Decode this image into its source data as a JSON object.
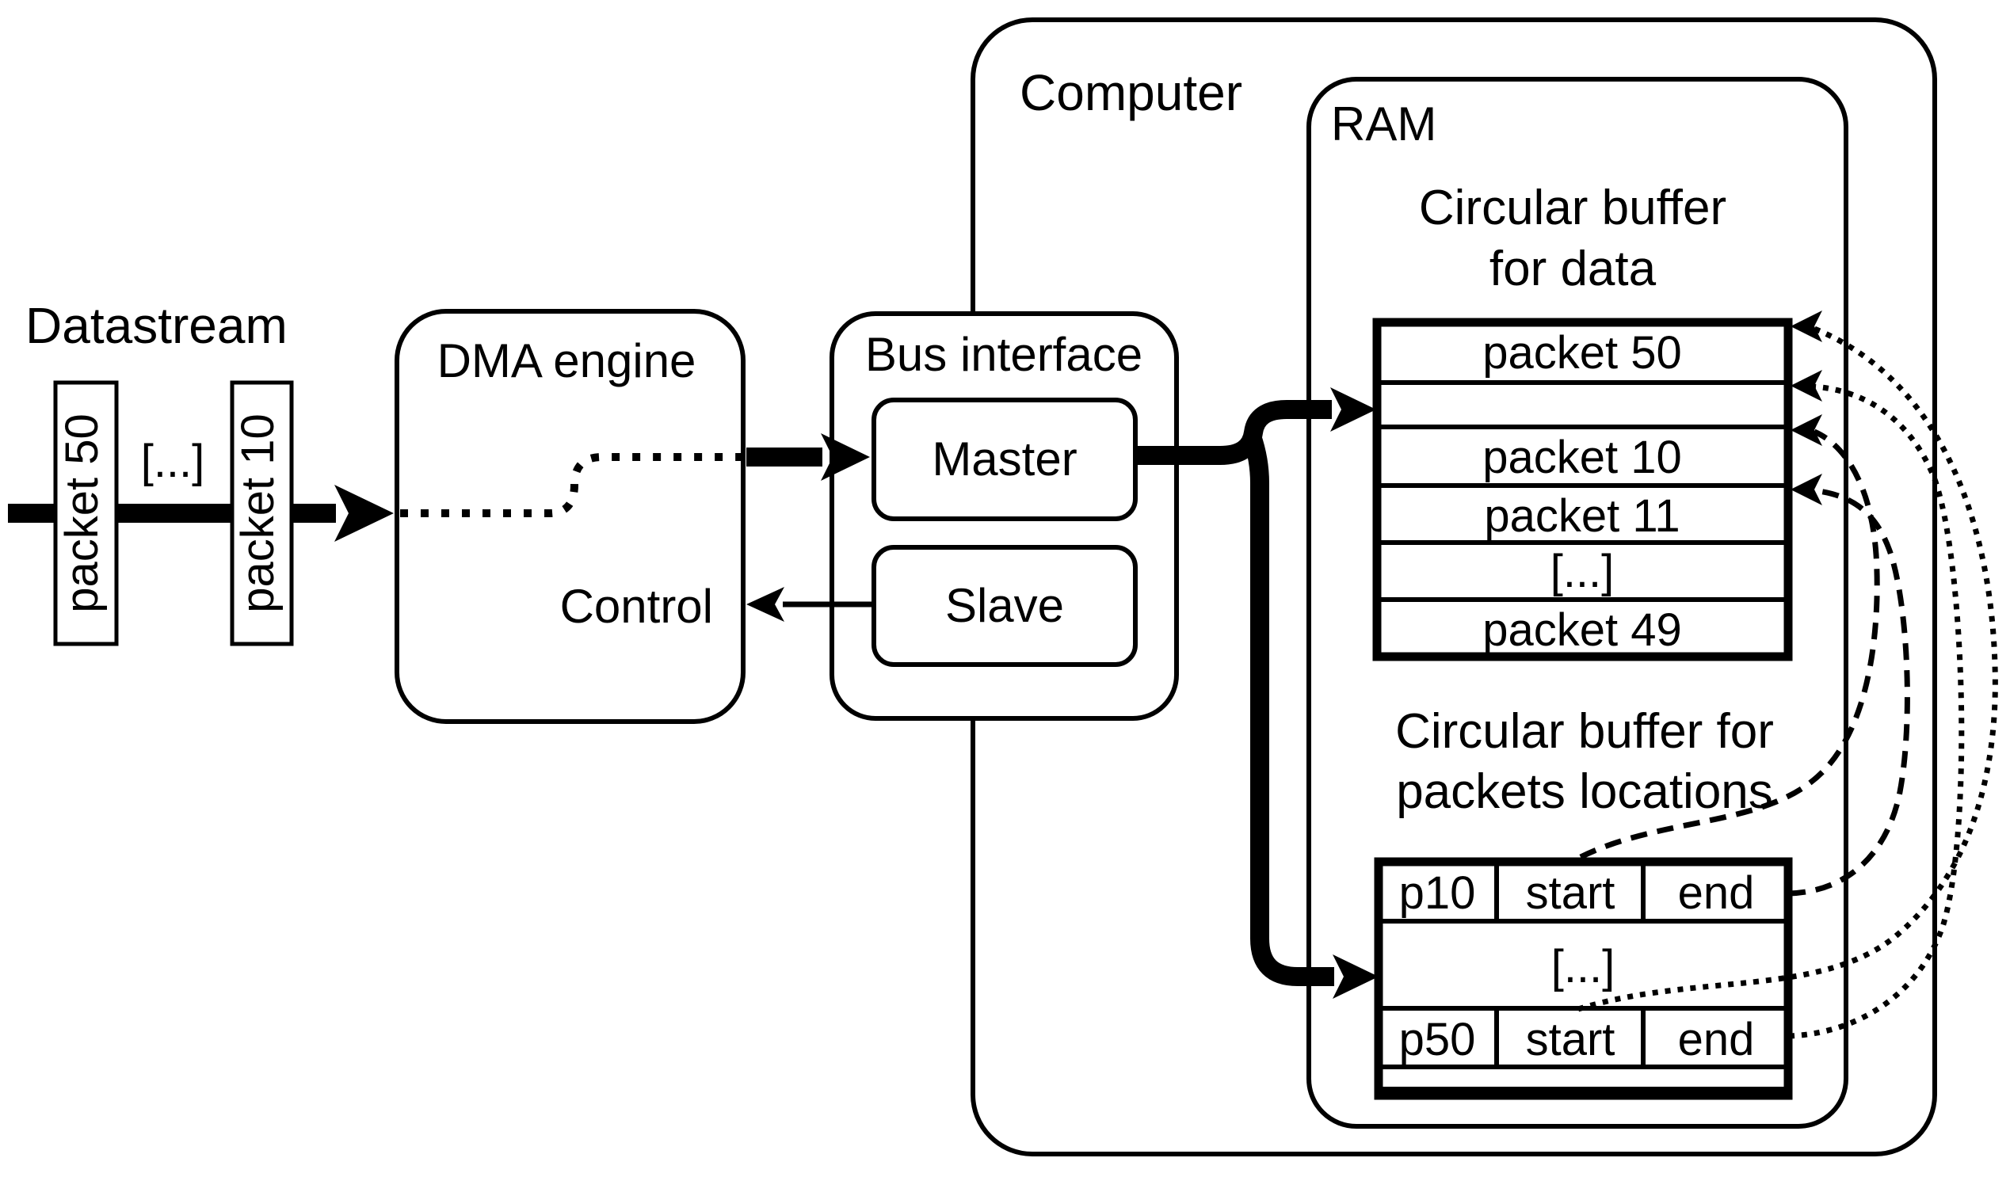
{
  "colors": {
    "ink": "#000000",
    "background": "#ffffff"
  },
  "datastream": {
    "label": "Datastream",
    "packet_a": "packet 50",
    "ellipsis": "[...]",
    "packet_b": "packet 10"
  },
  "dma": {
    "title": "DMA engine",
    "control_label": "Control"
  },
  "bus": {
    "title": "Bus interface",
    "master_label": "Master",
    "slave_label": "Slave"
  },
  "computer": {
    "title": "Computer"
  },
  "ram": {
    "title": "RAM",
    "data_buffer": {
      "title_line1": "Circular buffer",
      "title_line2": "for data",
      "rows": [
        "packet 50",
        "",
        "packet 10",
        "packet 11",
        "[...]",
        "packet 49"
      ]
    },
    "loc_buffer": {
      "title_line1": "Circular buffer for",
      "title_line2": "packets locations",
      "row_p10": {
        "id": "p10",
        "start": "start",
        "end": "end"
      },
      "ellipsis": "[...]",
      "row_p50": {
        "id": "p50",
        "start": "start",
        "end": "end"
      }
    }
  }
}
